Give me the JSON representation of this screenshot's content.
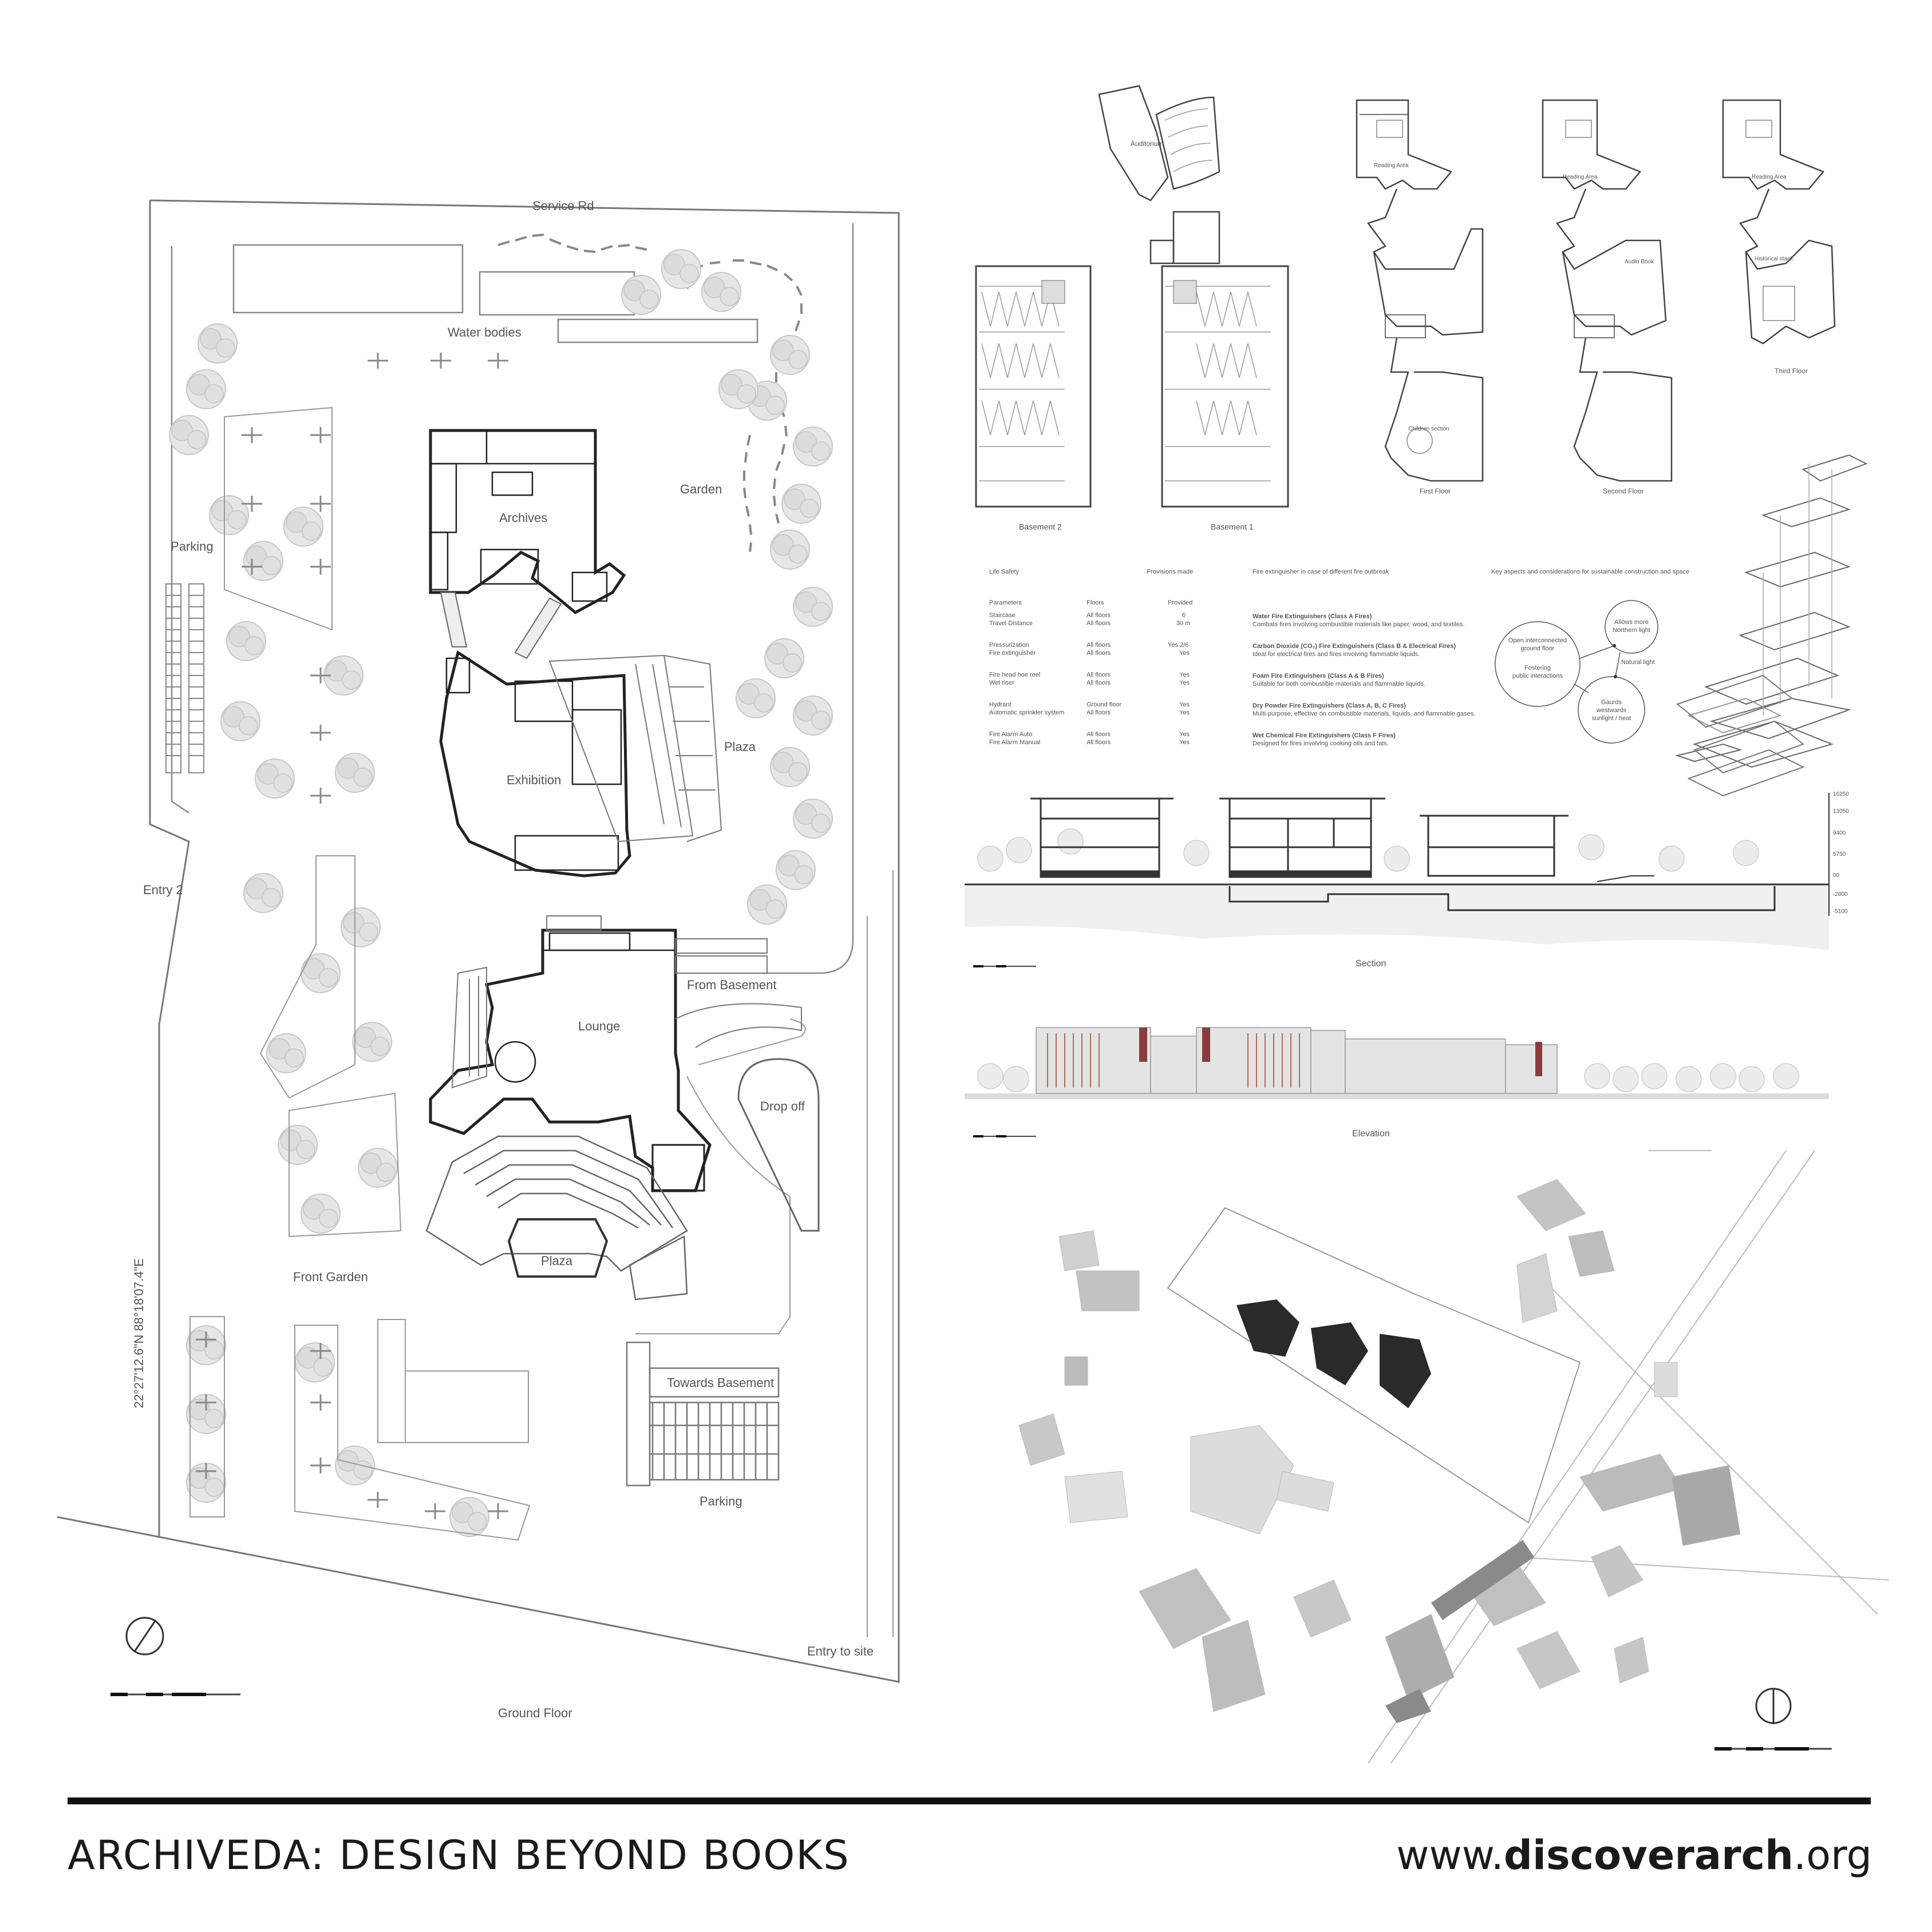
{
  "site_plan": {
    "title": "Ground Floor",
    "labels": {
      "service_rd": "Service Rd",
      "water_bodies": "Water bodies",
      "garden": "Garden",
      "parking_left": "Parking",
      "archives": "Archives",
      "exhibition": "Exhibition",
      "plaza_right": "Plaza",
      "entry2": "Entry 2",
      "from_basement": "From Basement",
      "lounge": "Lounge",
      "drop_off": "Drop off",
      "plaza_bottom": "Plaza",
      "front_garden": "Front Garden",
      "towards_basement": "Towards Basement",
      "parking_bottom": "Parking",
      "entry_to_site": "Entry to site",
      "coords": "22°27'12.6\"N  88°18'07.4\"E"
    }
  },
  "plans": {
    "basement2": "Basement  2",
    "basement1": "Basement  1",
    "first_floor": "First Floor",
    "second_floor": "Second Floor",
    "third_floor": "Third Floor",
    "auditorium": "Auditorium",
    "reading_area": "Reading Area",
    "children_section": "Children section",
    "audio_book": "Audio Book",
    "historical_stack": "Historical stack"
  },
  "life_safety": {
    "heading": "Life Safety",
    "provisions_heading": "Provisions made",
    "col_parameters": "Parameters",
    "col_floors": "Floors",
    "col_provided": "Provided",
    "rows": [
      {
        "p": "Staircase",
        "f": "All floors",
        "v": "6"
      },
      {
        "p": "Travel Distance",
        "f": "All floors",
        "v": "30 m"
      },
      {
        "p": "Pressurization",
        "f": "All floors",
        "v": "Yes 2/6"
      },
      {
        "p": "Fire extinguisher",
        "f": "All floors",
        "v": "Yes"
      },
      {
        "p": "Fire head hoe reel",
        "f": "All floors",
        "v": "Yes"
      },
      {
        "p": "Wet riser",
        "f": "All floors",
        "v": "Yes"
      },
      {
        "p": "Hydrant",
        "f": "Ground floor",
        "v": "Yes"
      },
      {
        "p": "Automatic sprinkler system",
        "f": "All floors",
        "v": "Yes"
      },
      {
        "p": "Fire Alarm Auto",
        "f": "All floors",
        "v": "Yes"
      },
      {
        "p": "Fire Alarm Manual",
        "f": "All floors",
        "v": "Yes"
      }
    ]
  },
  "extinguishers": {
    "heading": "Fire extinguisher in case of different fire outbreak",
    "items": [
      {
        "t": "Water Fire Extinguishers (Class A Fires)",
        "d": "Combats fires involving combustible materials like paper, wood, and textiles."
      },
      {
        "t": "Carbon Dioxide (CO₂) Fire Extinguishers (Class B & Electrical Fires)",
        "d": "Ideal for electrical fires and fires involving flammable liquids."
      },
      {
        "t": "Foam Fire Extinguishers (Class A & B Fires)",
        "d": "Suitable for both combustible materials and flammable liquids."
      },
      {
        "t": "Dry Powder Fire Extinguishers (Class A, B, C Fires)",
        "d": "Multi-purpose, effective on combustible materials, liquids, and flammable gases."
      },
      {
        "t": "Wet Chemical Fire Extinguishers (Class F Fires)",
        "d": "Designed for fires involving cooking oils and fats."
      }
    ]
  },
  "sustainability": {
    "heading": "Key aspects and considerations for sustainable construction and space",
    "c1": [
      "Open interconnected",
      "ground floor",
      "",
      "Fostering",
      "public interactions"
    ],
    "c2": [
      "Allows more",
      "Northern light"
    ],
    "c2b": "Natural light",
    "c3": [
      "Gaurds",
      "westwards",
      "sunlight / heat"
    ]
  },
  "section": {
    "title": "Section",
    "levels": [
      "16250",
      "13050",
      "9400",
      "5750",
      "00",
      "-2800",
      "-5100"
    ]
  },
  "elevation": {
    "title": "Elevation"
  },
  "footer": {
    "title": "ARCHIVEDA: DESIGN BEYOND BOOKS",
    "url_prefix": "www.",
    "url_bold": "discoverarch",
    "url_suffix": ".org"
  }
}
